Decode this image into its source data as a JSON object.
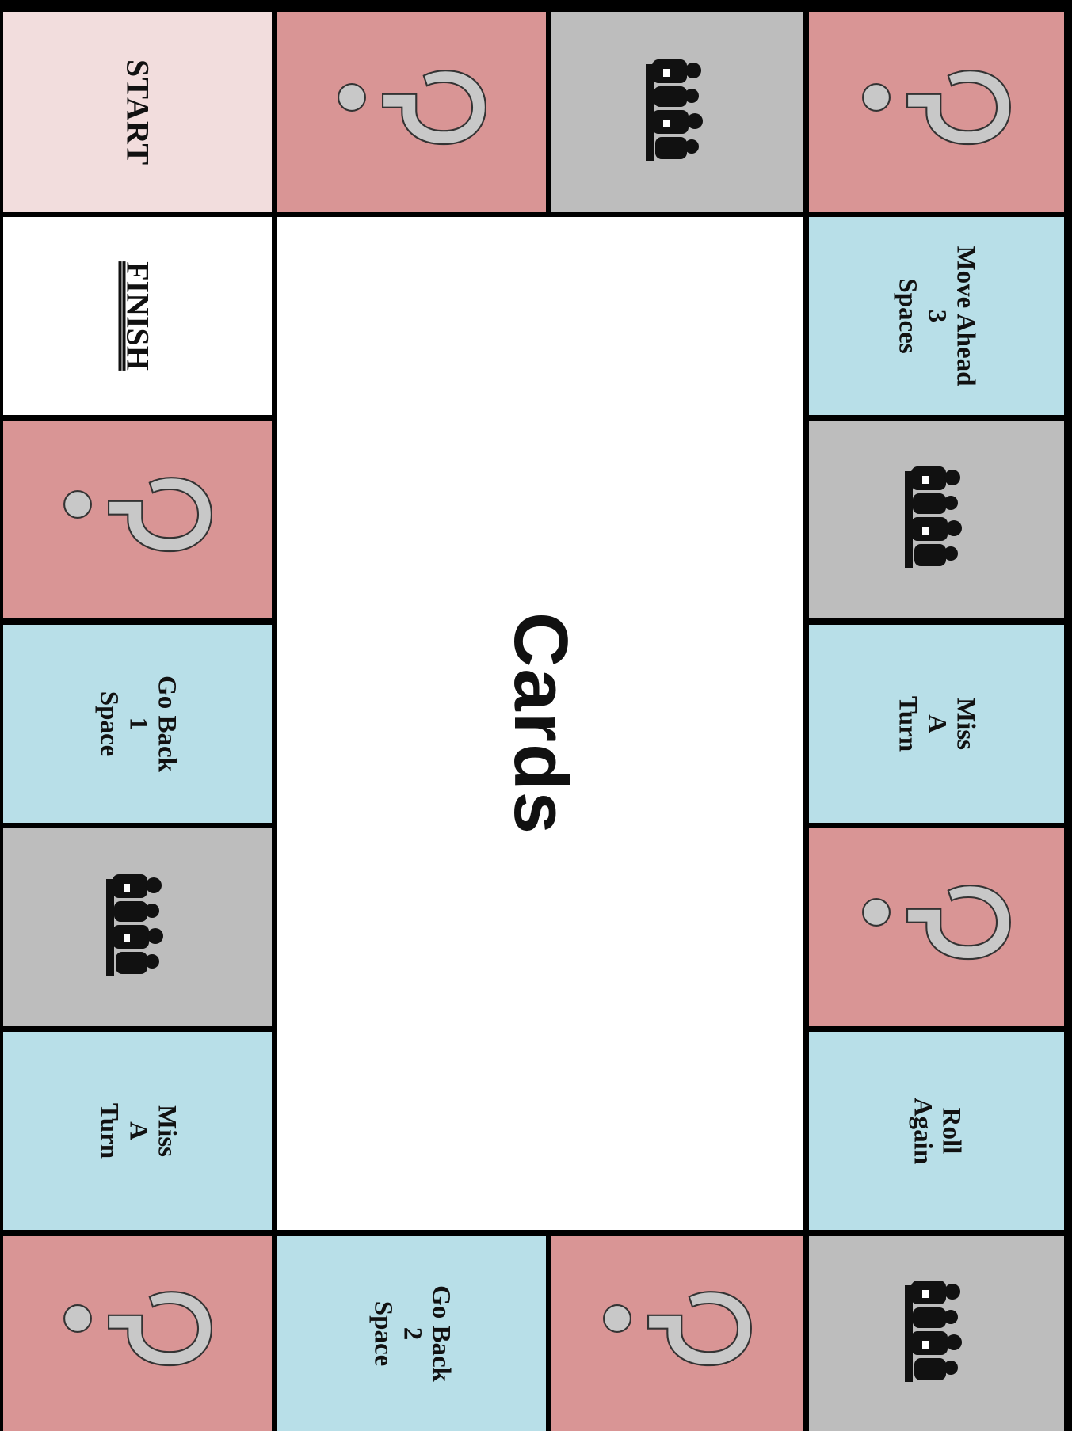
{
  "board": {
    "center_label": "Cards",
    "start_label": "START",
    "finish_label": "FINISH",
    "colors": {
      "chance": "#d99595",
      "group": "#bdbdbd",
      "action": "#b8dfe8",
      "start": "#f2dddd",
      "finish": "#ffffff"
    },
    "spaces": [
      {
        "type": "start",
        "label": "START"
      },
      {
        "type": "chance",
        "icon": "question-mark-icon"
      },
      {
        "type": "group",
        "icon": "family-silhouette-icon"
      },
      {
        "type": "chance",
        "icon": "question-mark-icon"
      },
      {
        "type": "action",
        "lines": [
          "Move Ahead",
          "3",
          "Spaces"
        ]
      },
      {
        "type": "group",
        "icon": "family-silhouette-icon"
      },
      {
        "type": "action",
        "lines": [
          "Miss",
          "A",
          "Turn"
        ]
      },
      {
        "type": "chance",
        "icon": "question-mark-icon"
      },
      {
        "type": "action",
        "lines": [
          "Roll",
          "Again"
        ]
      },
      {
        "type": "group",
        "icon": "family-silhouette-icon"
      },
      {
        "type": "chance",
        "icon": "question-mark-icon"
      },
      {
        "type": "action",
        "lines": [
          "Go Back",
          "2",
          "Space"
        ]
      },
      {
        "type": "chance",
        "icon": "question-mark-icon"
      },
      {
        "type": "action",
        "lines": [
          "Miss",
          "A",
          "Turn"
        ]
      },
      {
        "type": "group",
        "icon": "family-silhouette-icon"
      },
      {
        "type": "action",
        "lines": [
          "Go Back",
          "1",
          "Space"
        ]
      },
      {
        "type": "chance",
        "icon": "question-mark-icon"
      },
      {
        "type": "finish",
        "label": "FINISH"
      }
    ]
  }
}
